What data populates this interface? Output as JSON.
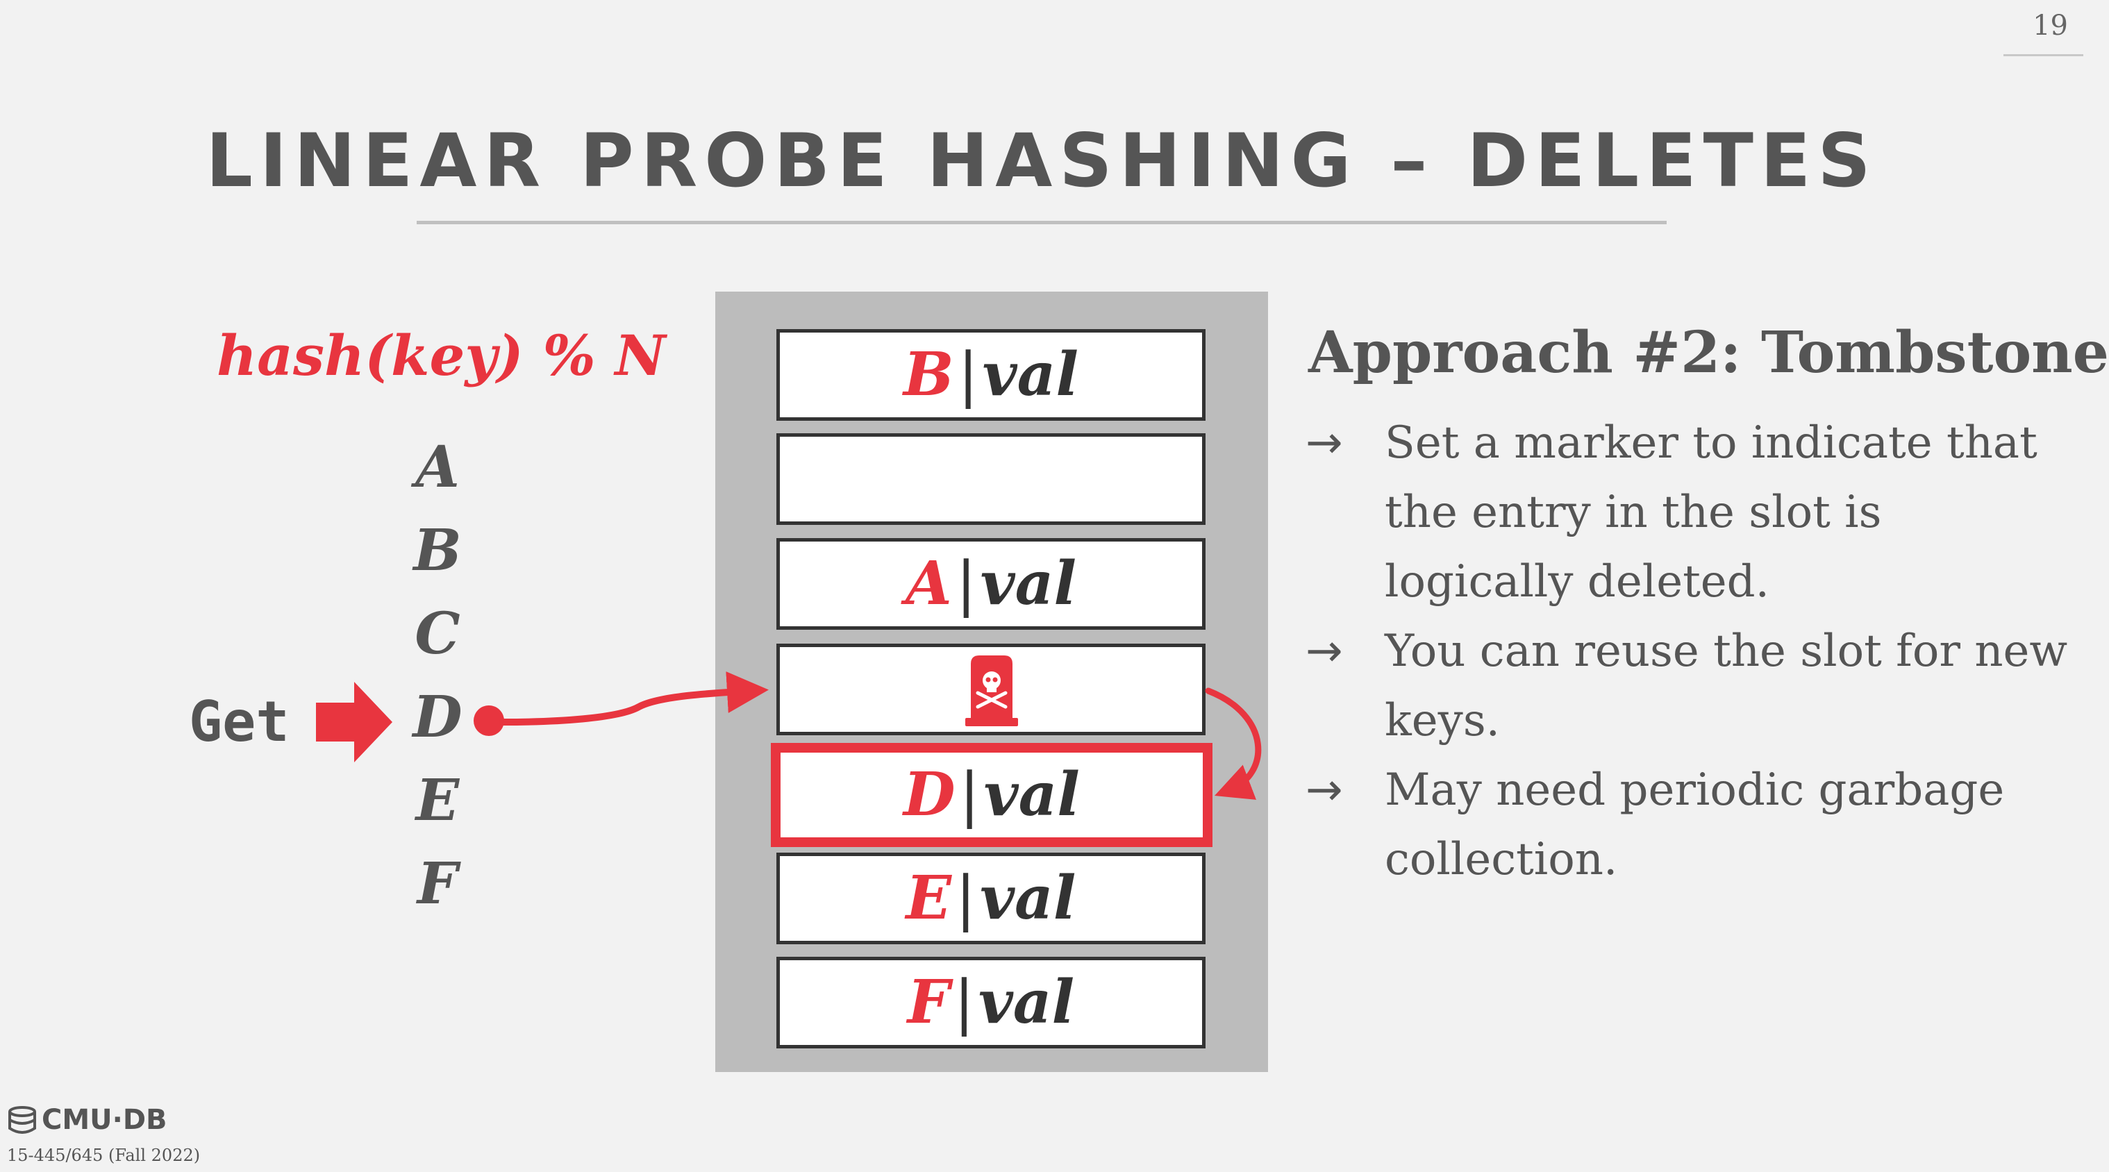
{
  "slide": {
    "page_number": "19",
    "title": "LINEAR PROBE HASHING – DELETES"
  },
  "hash_function": "hash(key) % N",
  "keys": [
    "A",
    "B",
    "C",
    "D",
    "E",
    "F"
  ],
  "get_label": "Get",
  "table": {
    "slots": [
      {
        "key": "B",
        "sep": "|",
        "value": "val"
      },
      {
        "key": "",
        "sep": "",
        "value": ""
      },
      {
        "key": "A",
        "sep": "|",
        "value": "val"
      },
      {
        "key": "",
        "sep": "",
        "value": "",
        "tombstone": true,
        "icon": "tombstone-skull-icon"
      },
      {
        "key": "D",
        "sep": "|",
        "value": "val",
        "highlighted": true
      },
      {
        "key": "E",
        "sep": "|",
        "value": "val"
      },
      {
        "key": "F",
        "sep": "|",
        "value": "val"
      }
    ]
  },
  "approach": {
    "title": "Approach #2: Tombstone",
    "bullet_marker": "→",
    "bullets": [
      "Set a marker to indicate that the entry in the slot is logically deleted.",
      "You can reuse the slot for new keys.",
      "May need periodic garbage collection."
    ]
  },
  "footer": {
    "logo_text": "CMU·DB",
    "course": "15-445/645 (Fall 2022)"
  },
  "colors": {
    "accent_red": "#e8353f",
    "text_gray": "#555555",
    "table_bg": "#bcbcbc",
    "background": "#f2f2f2"
  }
}
